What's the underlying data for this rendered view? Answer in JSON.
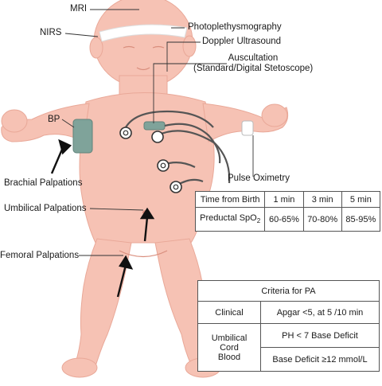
{
  "labels": {
    "mri": "MRI",
    "nirs": "NIRS",
    "ppg": "Photoplethysmography",
    "doppler": "Doppler Ultrasound",
    "auscultation_1": "Auscultation",
    "auscultation_2": "(Standard/Digital Stetoscope)",
    "bp": "BP",
    "pulse_oximetry": "Pulse Oximetry",
    "brachial": "Brachial Palpations",
    "umbilical": "Umbilical Palpations",
    "femoral": "Femoral Palpations"
  },
  "spo2_table": {
    "header": [
      "Time from Birth",
      "1 min",
      "3 min",
      "5 min"
    ],
    "row_label": "Preductal SpO",
    "row_label_sub": "2",
    "values": [
      "60-65%",
      "70-80%",
      "85-95%"
    ]
  },
  "criteria_table": {
    "title": "Criteria for PA",
    "clinical_label": "Clinical",
    "clinical_value": "Apgar <5, at 5 /10 min",
    "cord_label_1": "Umbilical Cord",
    "cord_label_2": "Blood",
    "cord_value_1": "PH < 7 Base Deficit",
    "cord_value_2": "Base Deficit ≥12 mmol/L"
  },
  "colors": {
    "skin": "#f6c2b4",
    "skin_shadow": "#e9a898",
    "bp_cuff": "#7fa39a",
    "probe": "#7fa39a",
    "headband": "#ffffff",
    "cable": "#555555"
  }
}
